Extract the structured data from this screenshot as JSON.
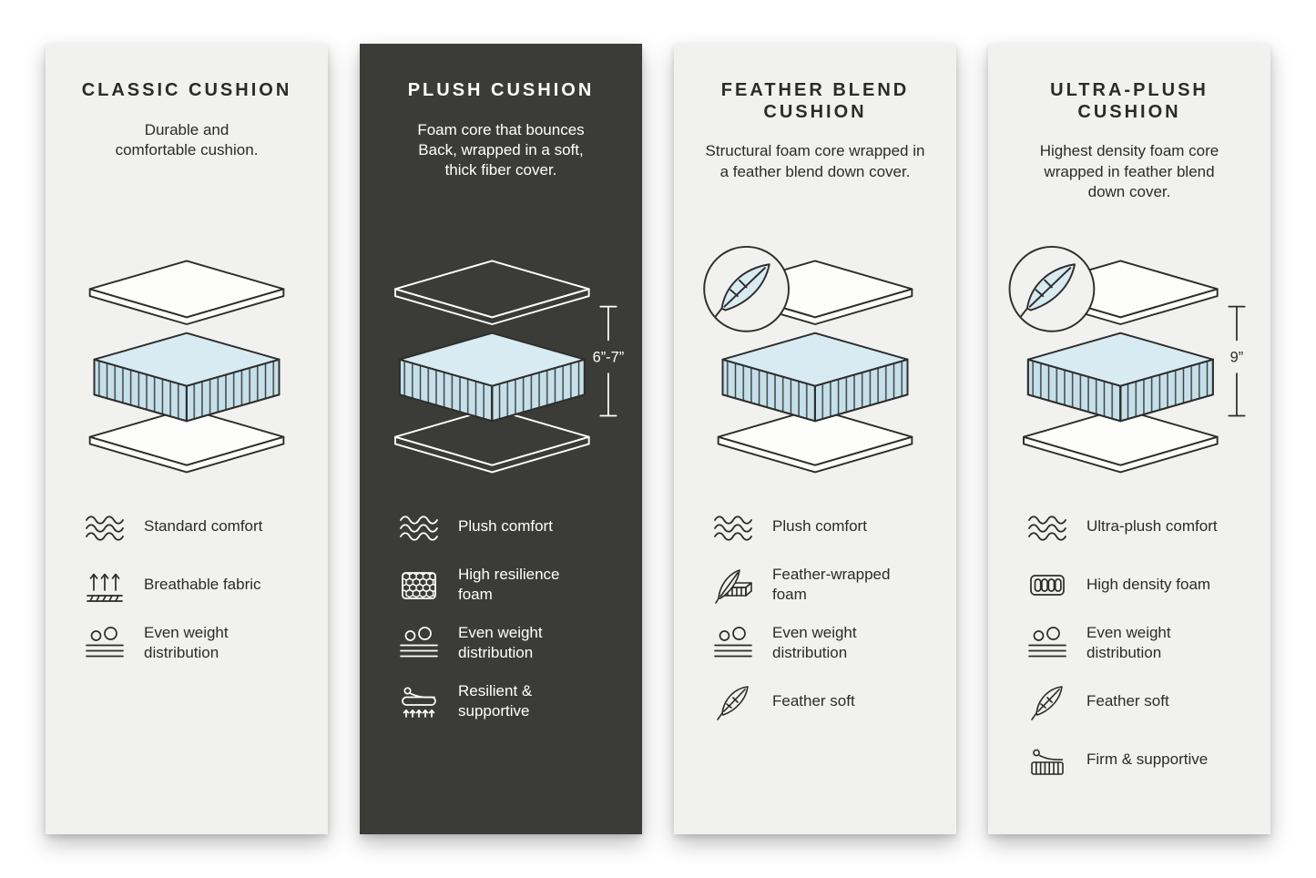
{
  "colors": {
    "page_bg": "#ffffff",
    "card_light_bg": "#f1f1ef",
    "card_dark_bg": "#3b3b38",
    "text_dark": "#2b2b2b",
    "text_light": "#ffffff",
    "foam_top": "#d8ebf2",
    "foam_side": "#c5e0ea",
    "outline": "#2e2e2c"
  },
  "cards": [
    {
      "id": "classic",
      "theme": "light",
      "title": "CLASSIC CUSHION",
      "description": "Durable and\ncomfortable cushion.",
      "illustration": {
        "badge": null,
        "dimension_label": null
      },
      "features": [
        {
          "icon": "waves-icon",
          "label": "Standard comfort"
        },
        {
          "icon": "breathable-icon",
          "label": "Breathable fabric"
        },
        {
          "icon": "weight-distribution-icon",
          "label": "Even weight\ndistribution"
        }
      ]
    },
    {
      "id": "plush",
      "theme": "dark",
      "title": "PLUSH CUSHION",
      "description": "Foam core that bounces\nBack, wrapped in a soft,\nthick fiber cover.",
      "illustration": {
        "badge": null,
        "dimension_label": "6”-7”"
      },
      "features": [
        {
          "icon": "waves-icon",
          "label": "Plush comfort"
        },
        {
          "icon": "honeycomb-icon",
          "label": "High resilience\nfoam"
        },
        {
          "icon": "weight-distribution-icon",
          "label": "Even weight\ndistribution"
        },
        {
          "icon": "resilient-icon",
          "label": "Resilient &\nsupportive"
        }
      ]
    },
    {
      "id": "feather-blend",
      "theme": "light",
      "title": "FEATHER BLEND\nCUSHION",
      "description": "Structural foam core wrapped in\na feather blend down cover.",
      "illustration": {
        "badge": "feather-badge-icon",
        "dimension_label": null
      },
      "features": [
        {
          "icon": "waves-icon",
          "label": "Plush comfort"
        },
        {
          "icon": "feather-foam-icon",
          "label": "Feather-wrapped\nfoam"
        },
        {
          "icon": "weight-distribution-icon",
          "label": "Even weight\ndistribution"
        },
        {
          "icon": "feather-icon",
          "label": "Feather soft"
        }
      ]
    },
    {
      "id": "ultra-plush",
      "theme": "light",
      "title": "ULTRA-PLUSH\nCUSHION",
      "description": "Highest density foam core\nwrapped in feather blend\ndown cover.",
      "illustration": {
        "badge": "feather-badge-icon",
        "dimension_label": "9”"
      },
      "features": [
        {
          "icon": "waves-icon",
          "label": "Ultra-plush comfort"
        },
        {
          "icon": "density-foam-icon",
          "label": "High density foam"
        },
        {
          "icon": "weight-distribution-icon",
          "label": "Even weight\ndistribution"
        },
        {
          "icon": "feather-icon",
          "label": "Feather soft"
        },
        {
          "icon": "firm-icon",
          "label": "Firm & supportive"
        }
      ]
    }
  ]
}
